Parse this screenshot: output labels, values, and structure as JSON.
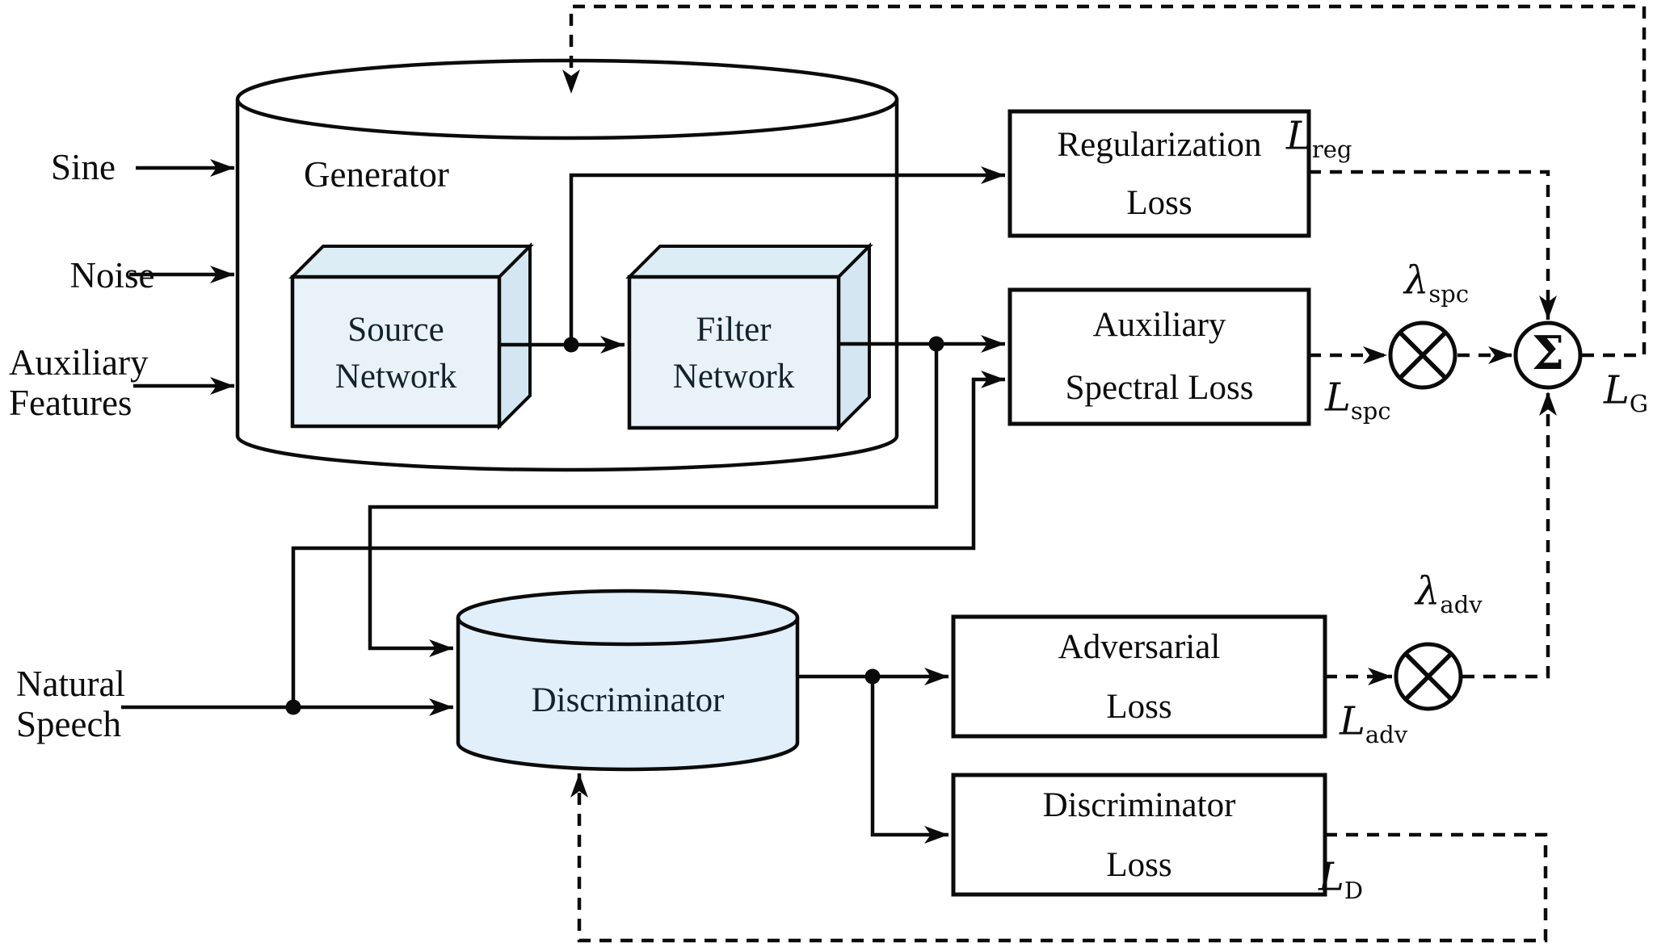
{
  "diagram": {
    "inputs": {
      "sine": "Sine",
      "noise": "Noise",
      "auxiliary_line1": "Auxiliary",
      "auxiliary_line2": "Features",
      "natural_line1": "Natural",
      "natural_line2": "Speech"
    },
    "generator": {
      "label": "Generator",
      "source_network": {
        "line1": "Source",
        "line2": "Network"
      },
      "filter_network": {
        "line1": "Filter",
        "line2": "Network"
      }
    },
    "discriminator": {
      "label": "Discriminator"
    },
    "loss_blocks": {
      "regularization": {
        "line1": "Regularization",
        "line2": "Loss"
      },
      "auxiliary_spectral": {
        "line1": "Auxiliary",
        "line2": "Spectral Loss"
      },
      "adversarial": {
        "line1": "Adversarial",
        "line2": "Loss"
      },
      "discriminator": {
        "line1": "Discriminator",
        "line2": "Loss"
      }
    },
    "symbols": {
      "l_reg": {
        "base": "L",
        "sub": "reg"
      },
      "l_spc": {
        "base": "L",
        "sub": "spc"
      },
      "l_g": {
        "base": "L",
        "sub": "G"
      },
      "l_adv": {
        "base": "L",
        "sub": "adv"
      },
      "l_d": {
        "base": "L",
        "sub": "D"
      },
      "lambda_spc": {
        "base": "λ",
        "sub": "spc"
      },
      "lambda_adv": {
        "base": "λ",
        "sub": "adv"
      },
      "sum": "Σ"
    },
    "colors": {
      "line": "#0b0b0b",
      "network_box_fill": "#e9f2f9",
      "network_box_top": "#ddedf6",
      "network_box_side": "#d4e6f1",
      "discriminator_fill": "#e1effa",
      "generator_fill": "#ffffff",
      "loss_box_fill": "#ffffff",
      "background": "#ffffff"
    }
  }
}
